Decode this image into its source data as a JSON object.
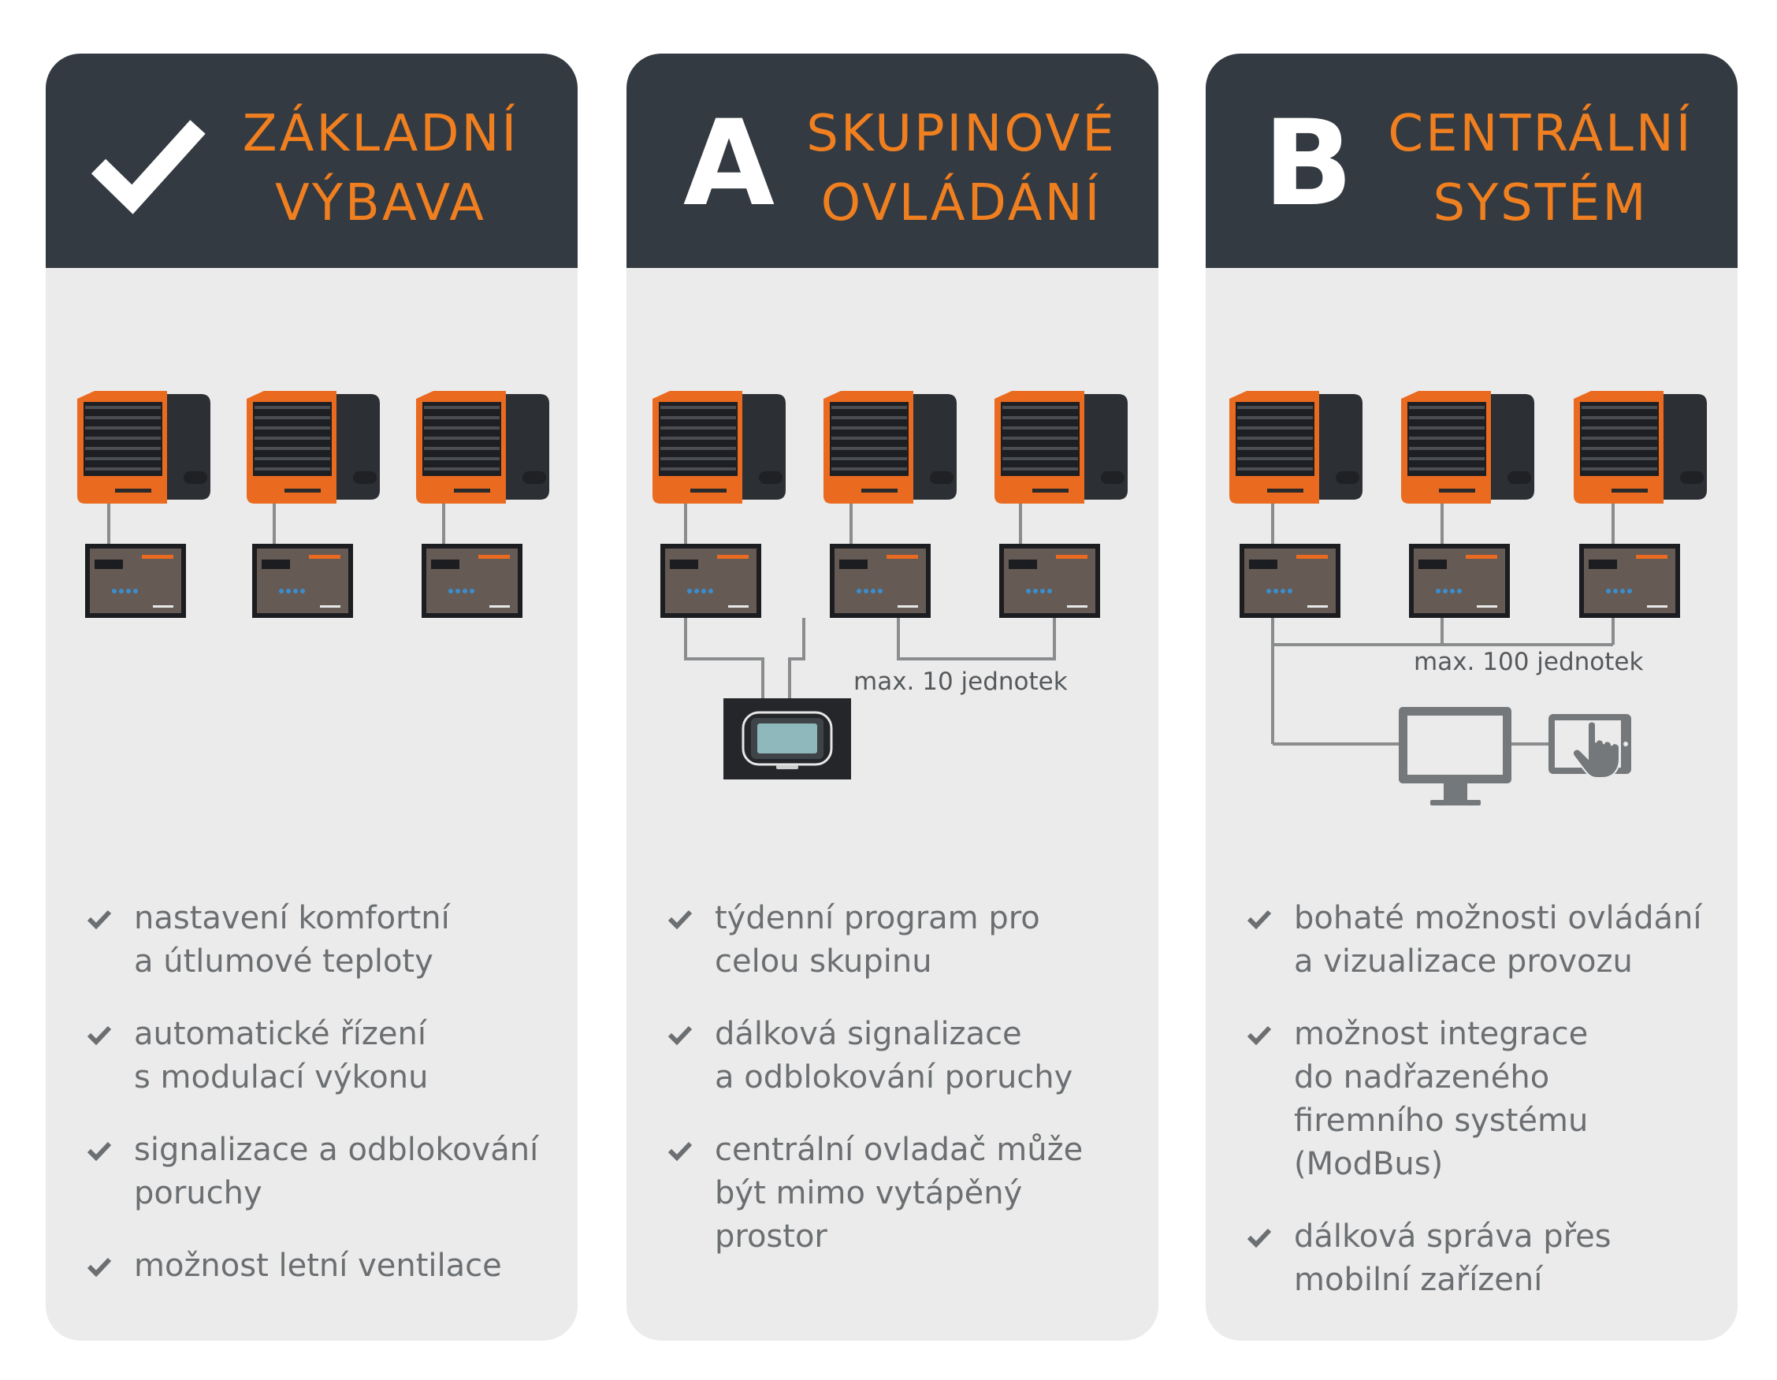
{
  "colors": {
    "header_bg": "#343a41",
    "accent": "#f07f20",
    "card_bg": "#ebebeb",
    "text": "#6c6f72",
    "line": "#8a8c8e"
  },
  "cards": [
    {
      "badge": "checkmark-icon",
      "title_line1": "ZÁKLADNÍ",
      "title_line2": "VÝBAVA",
      "caption": "",
      "features": [
        "nastavení komfortní\na útlumové teploty",
        "automatické řízení\ns modulací výkonu",
        "signalizace a odblokování\nporuchy",
        "možnost letní ventilace"
      ]
    },
    {
      "badge": "A",
      "title_line1": "SKUPINOVÉ",
      "title_line2": "OVLÁDÁNÍ",
      "caption": "max. 10 jednotek",
      "features": [
        "týdenní program pro\ncelou skupinu",
        "dálková signalizace\na odblokování poruchy",
        "centrální ovladač může\nbýt mimo vytápěný\nprostor"
      ]
    },
    {
      "badge": "B",
      "title_line1": "CENTRÁLNÍ",
      "title_line2": "SYSTÉM",
      "caption": "max. 100 jednotek",
      "features": [
        "bohaté možnosti ovládání\na vizualizace provozu",
        "možnost integrace\ndo nadřazeného\nfiremního systému\n(ModBus)",
        "dálková správa přes\nmobilní zařízení"
      ]
    }
  ]
}
